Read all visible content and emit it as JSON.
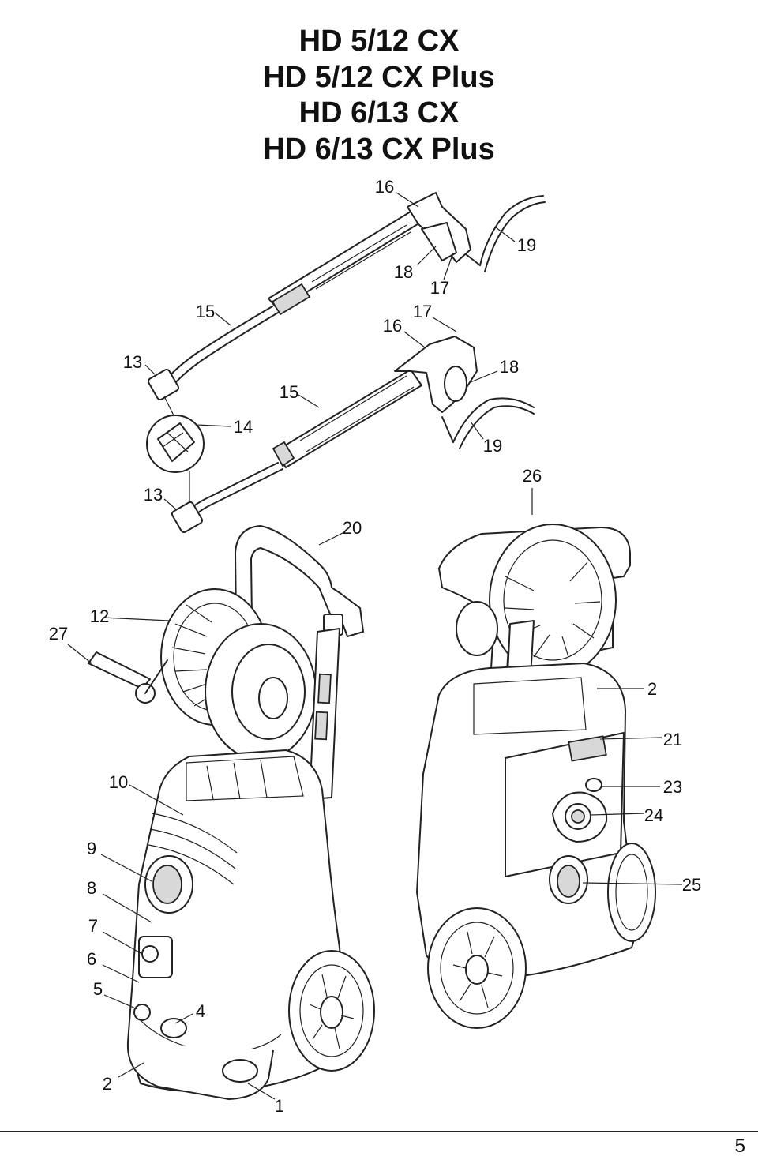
{
  "title_lines": [
    "HD 5/12 CX",
    "HD 5/12 CX Plus",
    "HD 6/13 CX",
    "HD 6/13 CX Plus"
  ],
  "callouts": {
    "c16a": "16",
    "c19a": "19",
    "c18a": "18",
    "c17a": "17",
    "c15a": "15",
    "c17b": "17",
    "c16b": "16",
    "c13a": "13",
    "c18b": "18",
    "c15b": "15",
    "c14": "14",
    "c19b": "19",
    "c26": "26",
    "c13b": "13",
    "c20": "20",
    "c12": "12",
    "c27": "27",
    "c2a": "2",
    "c21": "21",
    "c10": "10",
    "c23": "23",
    "c24": "24",
    "c9": "9",
    "c25": "25",
    "c8": "8",
    "c7": "7",
    "c6": "6",
    "c5": "5",
    "c4": "4",
    "c2b": "2",
    "c1": "1"
  },
  "page_number": "5"
}
